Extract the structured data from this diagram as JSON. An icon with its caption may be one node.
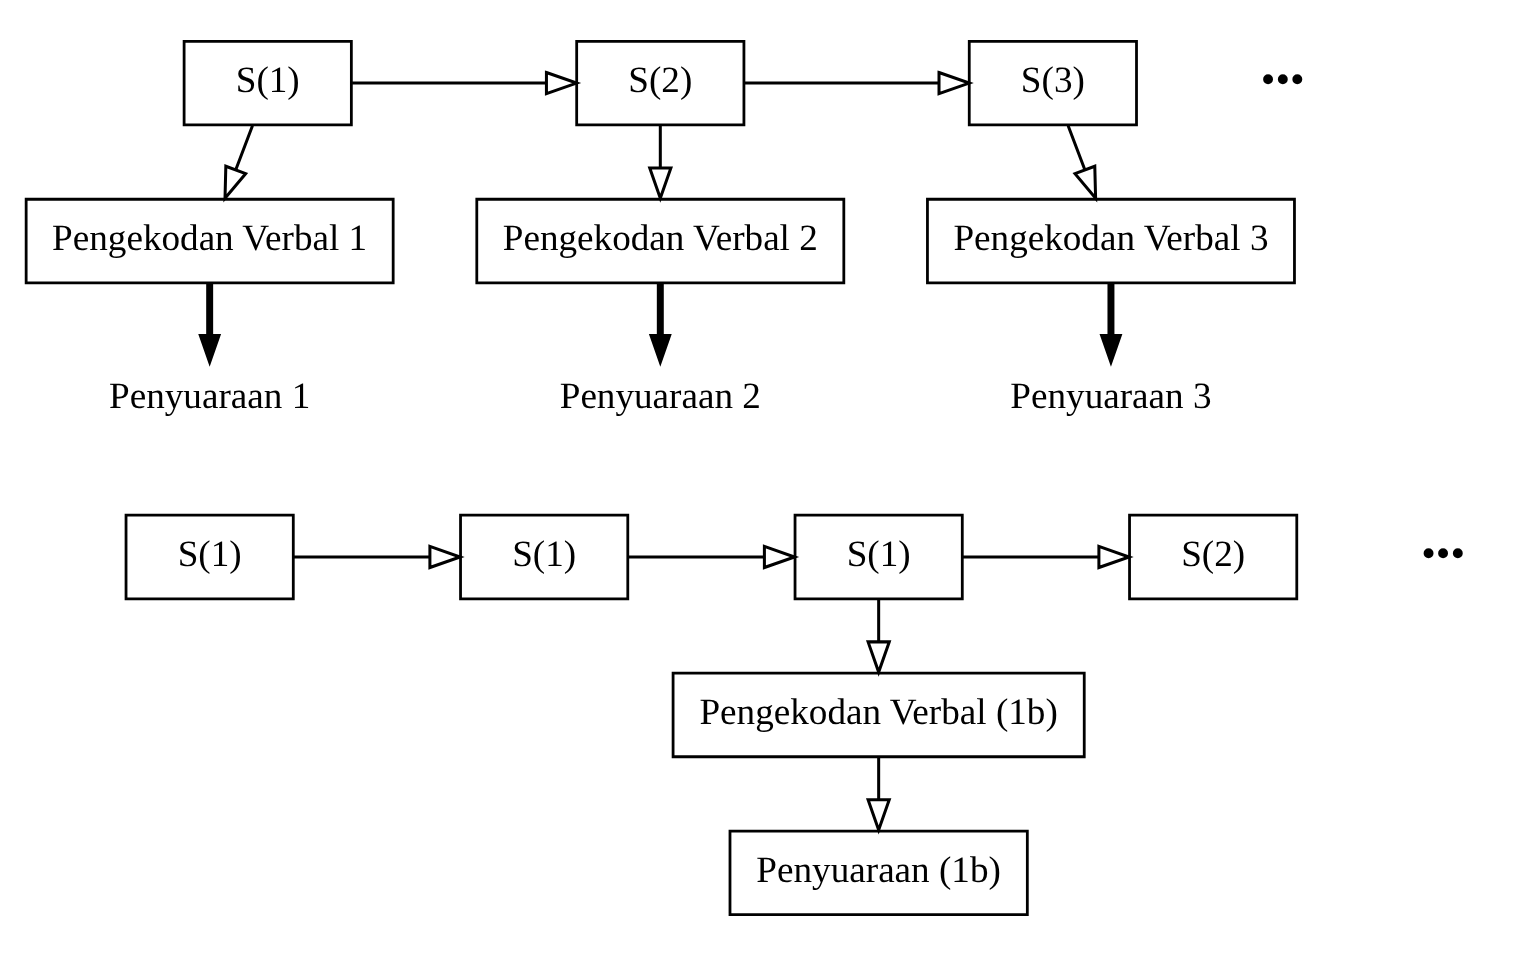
{
  "diagram": {
    "nodes": [
      {
        "text": [
          "S(1)"
        ]
      },
      {
        "text": [
          "S(2)"
        ]
      },
      {
        "text": [
          "S(3)"
        ]
      },
      {
        "text": [
          "Pengekodan Verbal 1"
        ]
      },
      {
        "text": [
          "Pengekodan Verbal 2"
        ]
      },
      {
        "text": [
          "Pengekodan Verbal 3"
        ]
      },
      {
        "text": [
          "Penyuaraan 1"
        ]
      },
      {
        "text": [
          "Penyuaraan 2"
        ]
      },
      {
        "text": [
          "Penyuaraan 3"
        ]
      },
      {
        "text": [
          "S(1)"
        ]
      },
      {
        "text": [
          "S(1)"
        ]
      },
      {
        "text": [
          "S(1)"
        ]
      },
      {
        "text": [
          "S(2)"
        ]
      },
      {
        "text": [
          "Pengekodan Verbal (1b)"
        ]
      },
      {
        "text": [
          "Penyuaraan (1b)"
        ]
      }
    ],
    "edges": [
      {
        "from": 0,
        "to": 1,
        "arrow": "to"
      },
      {
        "from": 1,
        "to": 2,
        "arrow": "to"
      },
      {
        "from": 0,
        "to": 3,
        "arrow": "to"
      },
      {
        "from": 1,
        "to": 4,
        "arrow": "to"
      },
      {
        "from": 2,
        "to": 5,
        "arrow": "to"
      },
      {
        "from": 3,
        "to": 6,
        "arrow": "to",
        "style": "thick"
      },
      {
        "from": 4,
        "to": 7,
        "arrow": "to",
        "style": "thick"
      },
      {
        "from": 5,
        "to": 8,
        "arrow": "to",
        "style": "thick"
      },
      {
        "from": 9,
        "to": 10,
        "arrow": "to"
      },
      {
        "from": 10,
        "to": 11,
        "arrow": "to"
      },
      {
        "from": 11,
        "to": 12,
        "arrow": "to"
      },
      {
        "from": 11,
        "to": 13,
        "arrow": "to"
      },
      {
        "from": 13,
        "to": 14,
        "arrow": "to"
      }
    ],
    "labels": [
      "•••",
      "•••"
    ]
  }
}
